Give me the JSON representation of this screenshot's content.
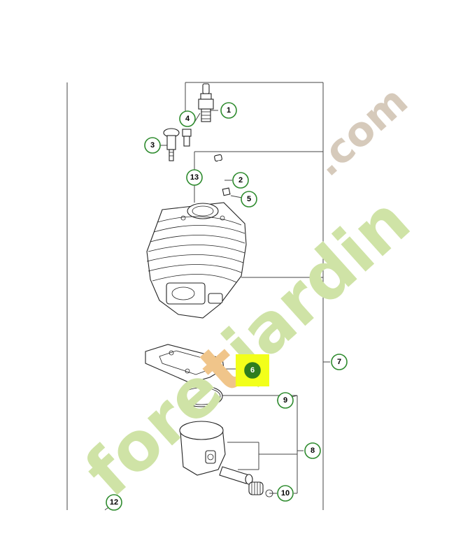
{
  "watermark": {
    "brand_first": "fore",
    "brand_accent": "t",
    "brand_rest": "jardin",
    "brand_suffix": ".com",
    "colors": {
      "brand": "#cfe3a6",
      "accent": "#f0c58a",
      "suffix": "#d6cabb"
    }
  },
  "callouts": [
    {
      "id": "1",
      "label": "1"
    },
    {
      "id": "2",
      "label": "2"
    },
    {
      "id": "3",
      "label": "3"
    },
    {
      "id": "4",
      "label": "4"
    },
    {
      "id": "5",
      "label": "5"
    },
    {
      "id": "6",
      "label": "6",
      "highlighted": true
    },
    {
      "id": "7",
      "label": "7"
    },
    {
      "id": "8",
      "label": "8"
    },
    {
      "id": "9",
      "label": "9"
    },
    {
      "id": "10",
      "label": "10"
    },
    {
      "id": "12",
      "label": "12"
    },
    {
      "id": "13",
      "label": "13"
    }
  ],
  "colors": {
    "callout_ring": "#2e8b2e",
    "highlight": "#f2ff1a",
    "highlight_badge": "#2e7d1f"
  }
}
